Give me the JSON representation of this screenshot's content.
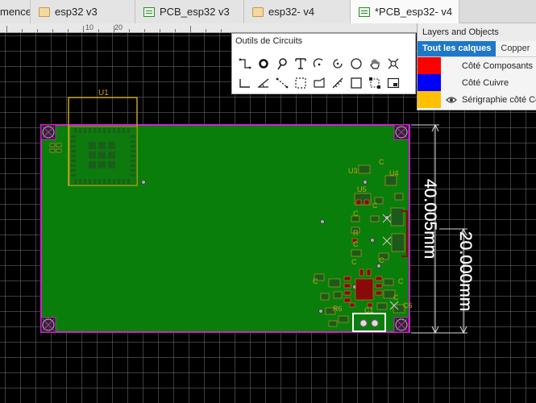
{
  "tabs": [
    {
      "label": "mencer",
      "icon": "none"
    },
    {
      "label": "esp32 v3",
      "icon": "folder-icon"
    },
    {
      "label": "PCB_esp32 v3",
      "icon": "pcb-file-icon"
    },
    {
      "label": "esp32- v4",
      "icon": "folder-icon"
    },
    {
      "label": "*PCB_esp32- v4",
      "icon": "pcb-file-icon"
    }
  ],
  "ruler": {
    "labels": [
      "10",
      "20"
    ]
  },
  "tools_panel": {
    "title": "Outils de Circuits",
    "tools": [
      "wire-tool-icon",
      "dot-tool-icon",
      "probe-tool-icon",
      "text-tool-icon",
      "arc-tool-icon",
      "arc2-tool-icon",
      "circle-tool-icon",
      "pan-tool-icon",
      "cross-tool-icon",
      "more-tool-icon",
      "track-tool-icon",
      "angle-tool-icon",
      "dashed-line-tool-icon",
      "select-rect-tool-icon",
      "polygon-tool-icon",
      "measure-tool-icon",
      "rect-tool-icon",
      "image-tool-icon",
      "canvas-tool-icon"
    ]
  },
  "layers_panel": {
    "title": "Layers and Objects",
    "tabs": [
      "Tout les calques",
      "Copper"
    ],
    "layers": [
      {
        "name": "Côté Composants",
        "color": "#ff0000",
        "eye": false
      },
      {
        "name": "Côté Cuivre",
        "color": "#0000ff",
        "eye": false
      },
      {
        "name": "Sérigraphie côté Com",
        "color": "#ffc000",
        "eye": true
      }
    ]
  },
  "pcb": {
    "u1_label": "U1",
    "dim_vertical_long": "40.005mm",
    "dim_vertical_short": "20.000mm",
    "labels": [
      "U3",
      "U4",
      "U5",
      "C",
      "C",
      "C",
      "R",
      "C",
      "C",
      "C",
      "C",
      "C",
      "R6",
      "C",
      "C1",
      "C6"
    ],
    "colors": {
      "board": "#0a7e0a",
      "outline": "#d020d0",
      "silk": "#c8a020",
      "pad": "#1e6e1e",
      "dimension": "#d8d8d8"
    }
  }
}
